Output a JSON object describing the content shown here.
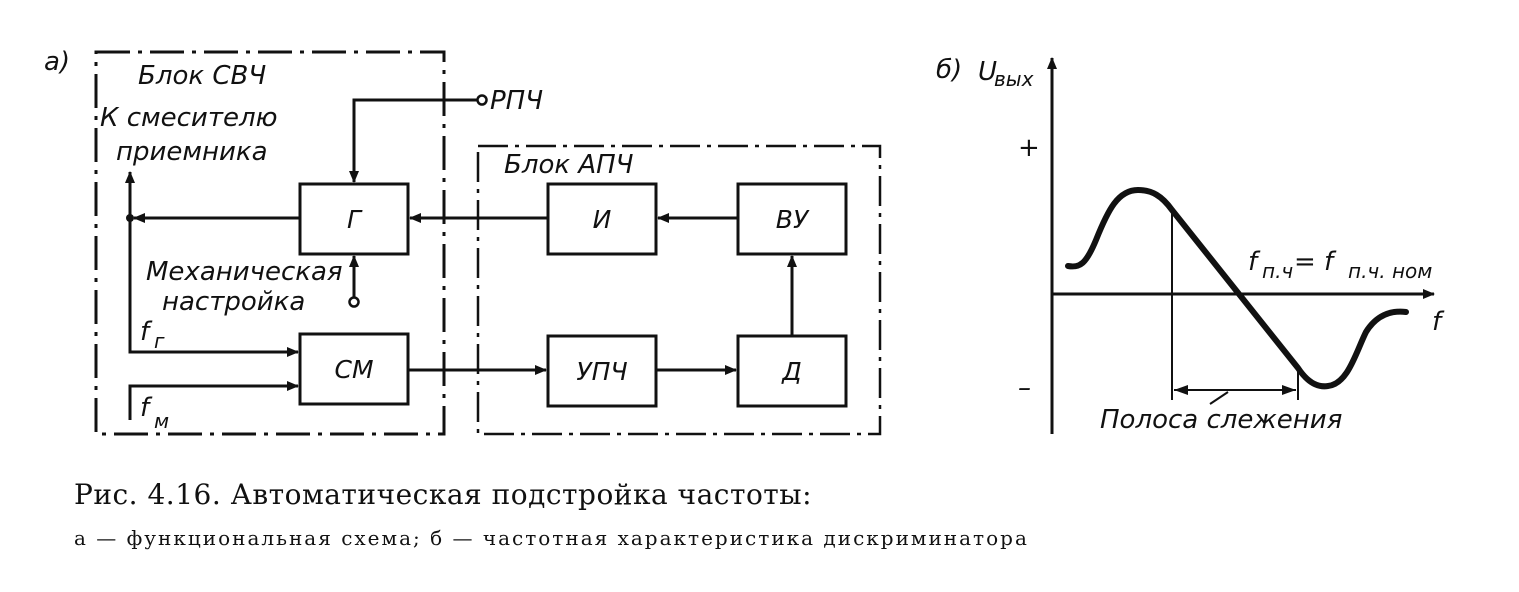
{
  "panel_a": {
    "label": "а)",
    "microwave_block": {
      "title": "Блок СВЧ",
      "output_label_line1": "К смесителю",
      "output_label_line2": "приемника",
      "mech_label_line1": "Механическая",
      "mech_label_line2": "настройка",
      "fg_label": "f",
      "fg_sub": "г",
      "fm_label": "f",
      "fm_sub": "м"
    },
    "rpch_label": "РПЧ",
    "afc_block": {
      "title": "Блок АПЧ"
    },
    "blocks": {
      "generator": "Г",
      "mixer": "СМ",
      "integrator": "И",
      "output_amp": "ВУ",
      "if_amp": "УПЧ",
      "detector": "Д"
    }
  },
  "panel_b": {
    "label": "б)",
    "y_axis_label": "U",
    "y_axis_sub": "вых",
    "x_axis_label": "f",
    "plus": "+",
    "minus": "–",
    "freq_eq_lhs": "f",
    "freq_eq_lhs_sub": "п.ч",
    "freq_eq_mid": "= f",
    "freq_eq_rhs_sub": "п.ч. ном",
    "tracking_band": "Полоса слежения"
  },
  "caption": {
    "line1": "Рис. 4.16. Автоматическая подстройка частоты:",
    "line2": "а — функциональная схема; б — частотная характеристика дискриминатора"
  }
}
